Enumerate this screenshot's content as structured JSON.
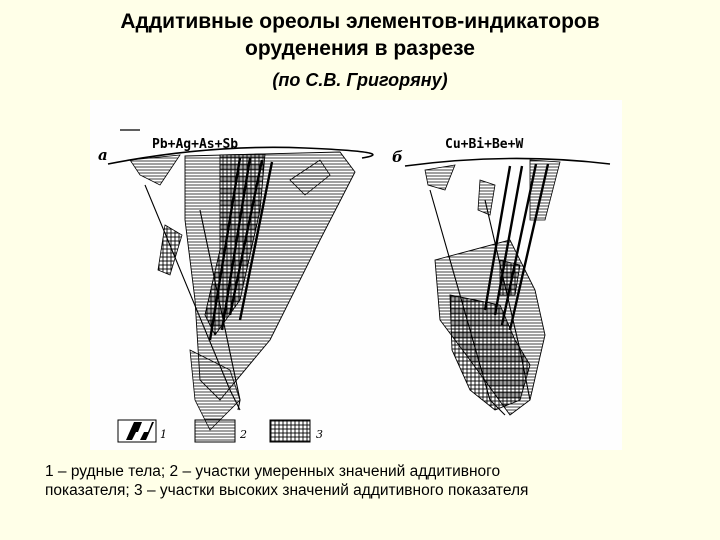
{
  "slide": {
    "title_line1": "Аддитивные ореолы элементов-индикаторов",
    "title_line2": "оруденения в разрезе",
    "subtitle": "(по С.В. Григоряну)",
    "caption_line1": "1 – рудные тела; 2 – участки умеренных значений аддитивного",
    "caption_line2": "показателя; 3 – участки высоких значений аддитивного показателя"
  },
  "figure": {
    "panel_a": {
      "letter": "а",
      "formula": "Pb+Ag+As+Sb"
    },
    "panel_b": {
      "letter": "б",
      "formula": "Cu+Bi+Be+W"
    },
    "legend": {
      "item1": "1",
      "item2": "2",
      "item3": "3"
    }
  }
}
